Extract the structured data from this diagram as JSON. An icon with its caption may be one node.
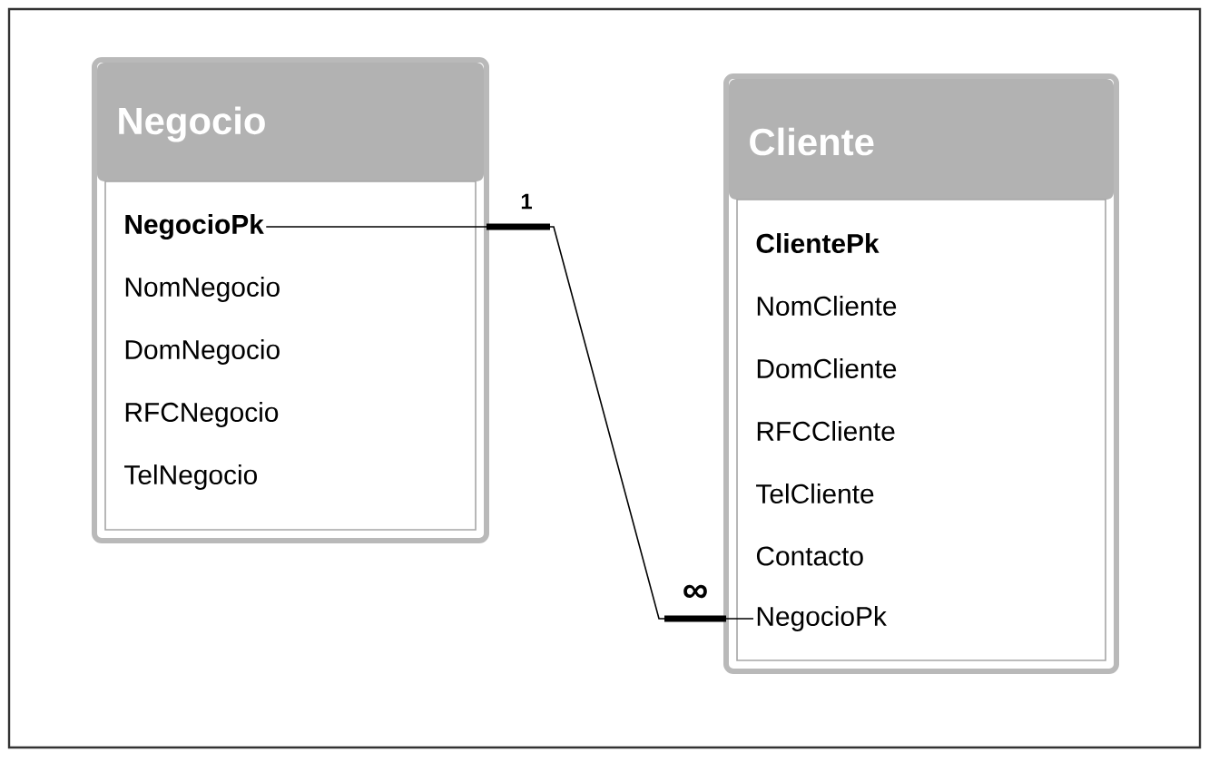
{
  "diagram": {
    "nodes": [
      {
        "text": [
          "Negocio"
        ]
      },
      {
        "text": [
          "NegocioPk"
        ],
        "in": 0
      },
      {
        "text": [
          "NomNegocio"
        ],
        "in": 0
      },
      {
        "text": [
          "DomNegocio"
        ],
        "in": 0
      },
      {
        "text": [
          "RFCNegocio"
        ],
        "in": 0
      },
      {
        "text": [
          "TelNegocio"
        ],
        "in": 0
      },
      {
        "text": [
          "Cliente"
        ]
      },
      {
        "text": [
          "ClientePk"
        ],
        "in": 6
      },
      {
        "text": [
          "NomCliente"
        ],
        "in": 6
      },
      {
        "text": [
          "DomCliente"
        ],
        "in": 6
      },
      {
        "text": [
          "RFCCliente"
        ],
        "in": 6
      },
      {
        "text": [
          "TelCliente"
        ],
        "in": 6
      },
      {
        "text": [
          "Contacto"
        ],
        "in": 6
      },
      {
        "text": [
          "NegocioPk"
        ],
        "in": 6
      }
    ],
    "edges": [
      {
        "from": 1,
        "to": 13,
        "arrow": "none"
      }
    ],
    "labels": [
      "1",
      "∞"
    ]
  }
}
